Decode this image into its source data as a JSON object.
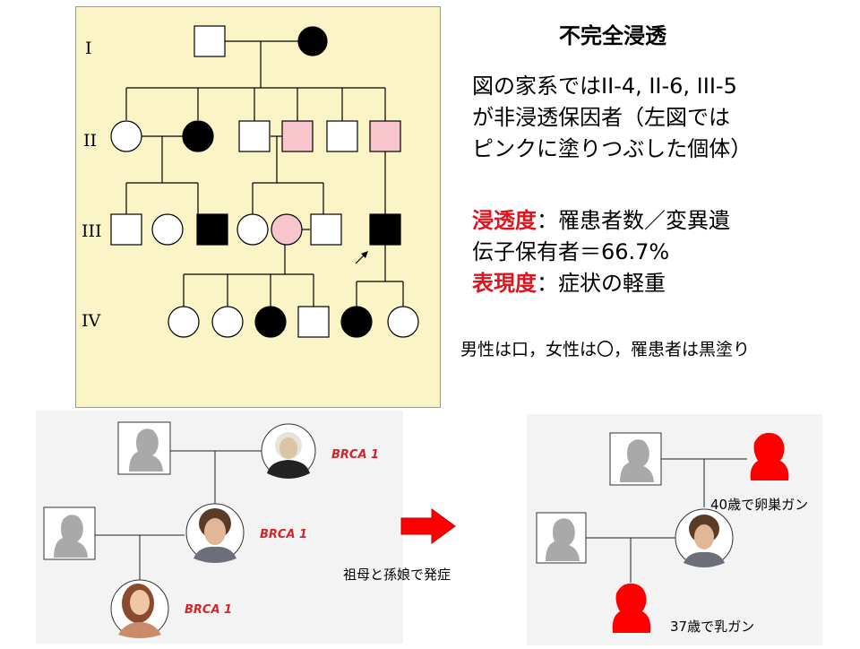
{
  "slide": {
    "title": "不完全浸透",
    "paragraph1_lines": [
      "図の家系ではII-4, II-6, III-5",
      "が非浸透保因者（左図では",
      "ピンクに塗りつぶした個体）"
    ],
    "penetrance": {
      "term": "浸透度",
      "colon": "：",
      "line1": "罹患者数／変異遺",
      "line2": "伝子保有者＝66.7%"
    },
    "expressivity": {
      "term": "表現度",
      "colon": "：",
      "desc": "症状の軽重"
    },
    "legend": "男性は口，女性は〇，罹患者は黒塗り"
  },
  "pedigree": {
    "generation_labels": [
      "I",
      "II",
      "III",
      "IV"
    ],
    "colors": {
      "affected": "#000000",
      "unaffected": "#ffffff",
      "carrier": "#f7c5cb",
      "panel": "#fbf4c6"
    }
  },
  "family_example": {
    "brca_labels": [
      "BRCA 1",
      "BRCA 1",
      "BRCA 1"
    ],
    "arrow_caption": "祖母と孫娘で発症",
    "ovarian_caption": "40歳で卵巣ガン",
    "breast_caption": "37歳で乳ガン",
    "colors": {
      "arrow": "#ff0000",
      "affected_silhouette": "#ff0000",
      "silhouette": "#a9a9a9"
    }
  }
}
